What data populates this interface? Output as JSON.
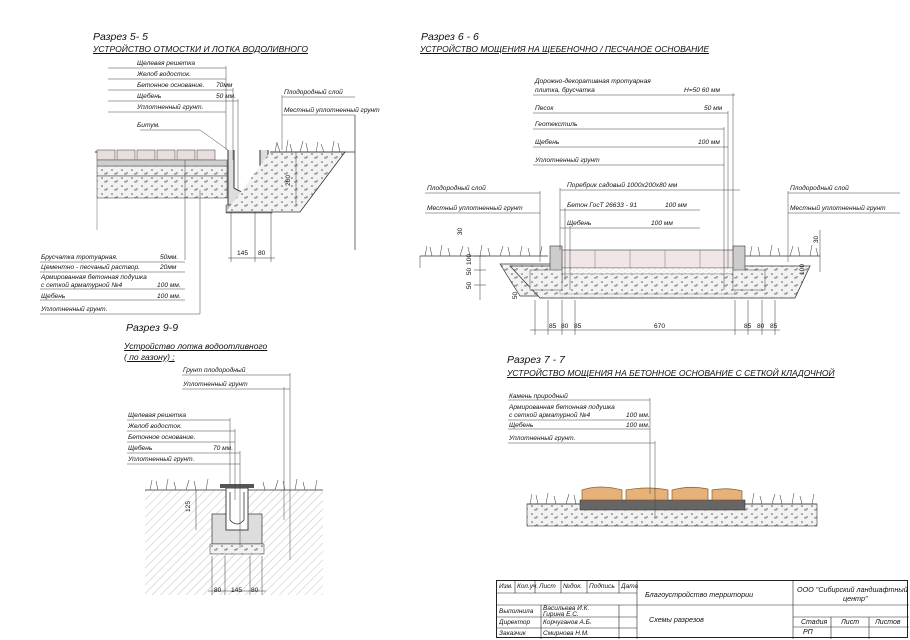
{
  "s55": {
    "title": "Разрез  5- 5",
    "subtitle": "УСТРОЙСТВО ОТМОСТКИ И ЛОТКА ВОДОЛИВНОГО",
    "labels": [
      "Щелевая решетка",
      "Желоб водосток.",
      "Бетонное основание.",
      "Щебень",
      "Уплотненный грунт.",
      "Битум."
    ],
    "val_beton": "70мм",
    "val_sheb": "50 мм.",
    "right1": "Плодородный слой",
    "right2": "Местный уплотненный грунт",
    "bottom": [
      "Брусчатка тротуарная.",
      "Цементно - песчаный раствор.",
      "Армированная бетонная подушка",
      "с сеткой арматурной №4",
      "Щебень",
      "Уплотненный грунт."
    ],
    "bottom_vals": [
      "50мм.",
      "20мм",
      "100 мм.",
      "100 мм."
    ],
    "dims": [
      "145",
      "80",
      "200"
    ]
  },
  "s66": {
    "title": "Разрез  6 - 6",
    "subtitle": "УСТРОЙСТВО  МОЩЕНИЯ НА ЩЕБЕНОЧНО / ПЕСЧАНОЕ ОСНОВАНИЕ",
    "top1": "Дорожно-декоративная тротуарная",
    "top2": "плитка, брусчатка",
    "h": "Н=50 60 мм",
    "pesok": "Песок",
    "pesok_v": "50 мм",
    "geo": "Геотекстиль",
    "sheb": "Щебень",
    "sheb_v": "100 мм",
    "grunt": "Уплотненный грунт",
    "left1": "Плодородный слой",
    "left2": "Местный  уплотненный грунт",
    "right1": "Плодородный слой",
    "right2": "Местный уплотненный грунт",
    "border": "Поребрик садовый  1000х200х80 мм",
    "beton": "Бетон ГосТ  26633 - 91",
    "beton_v": "100  мм",
    "sheb2": "Щебень",
    "sheb2_v": "100  мм",
    "dims": [
      "85",
      "80",
      "85",
      "670",
      "85",
      "80",
      "85"
    ],
    "vdims": [
      "30",
      "50",
      "50",
      "100",
      "50",
      "30",
      "100"
    ]
  },
  "s99": {
    "title": "Разрез  9-9",
    "subtitle1": "Устройство  лотка водоотливного",
    "subtitle2": "( по газону) ;",
    "g1": "Грунт плодородный",
    "g2": "Уплотненный грунт",
    "labels": [
      "Щелевая решетка",
      "Желоб водосток.",
      "Бетонное основание.",
      "Щебень",
      "Уплотненный грунт."
    ],
    "val": "70 мм.",
    "dims": [
      "80",
      "145",
      "80",
      "125"
    ]
  },
  "s77": {
    "title": "Разрез 7 - 7",
    "subtitle": "УСТРОЙСТВО  МОЩЕНИЯ НА БЕТОННОЕ ОСНОВАНИЕ С СЕТКОЙ КЛАДОЧНОЙ",
    "labels": [
      "Камень природный",
      "Армированная  бетонная  подушка",
      "с сеткой арматурной №4",
      "Щебень",
      "Уплотненный грунт."
    ],
    "v1": "100 мм.",
    "v2": "100 мм."
  },
  "stamp": {
    "head": [
      "Изм.",
      "Кол.уч.",
      "Лист",
      "№док.",
      "Подпись",
      "Дата"
    ],
    "project": "Благоустройство территории",
    "org1": "ООО \"Сибирский ландшафтный",
    "org2": "центр\"",
    "r1role": "Выполнила",
    "r1name1": "Васильева И.К.",
    "r1name2": "Гирина Е.С.",
    "r2role": "Директор",
    "r2name": "Корчуганов А.Б.",
    "r3role": "Заказчик",
    "r3name": "Смирнова Н.М.",
    "sheet_title": "Схемы разрезов",
    "stage_h": "Стадия",
    "list_h": "Лист",
    "lists_h": "Листов",
    "stage": "РП"
  }
}
